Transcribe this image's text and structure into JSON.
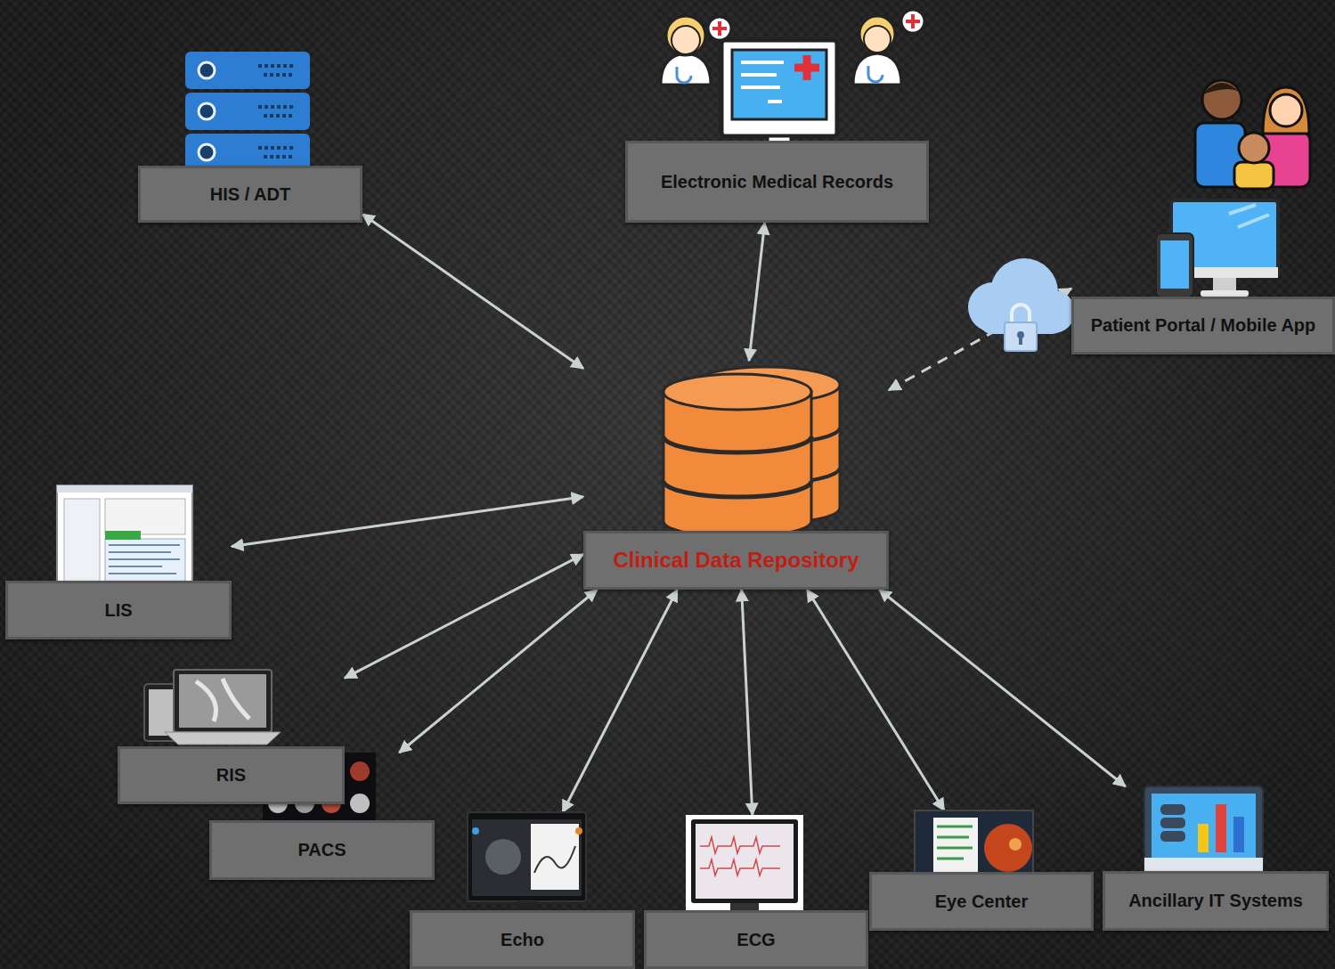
{
  "diagram": {
    "nodes": [
      {
        "text": [
          "HIS / ADT"
        ]
      },
      {
        "text": [
          "Electronic Medical Records"
        ]
      },
      {
        "text": [
          "Patient Portal / Mobile App"
        ]
      },
      {
        "text": [
          "Clinical Data Repository"
        ]
      },
      {
        "text": [
          "LIS"
        ]
      },
      {
        "text": [
          "RIS"
        ]
      },
      {
        "text": [
          "PACS"
        ]
      },
      {
        "text": [
          "Echo"
        ]
      },
      {
        "text": [
          "ECG"
        ]
      },
      {
        "text": [
          "Eye Center"
        ]
      },
      {
        "text": [
          "Ancillary IT Systems"
        ]
      }
    ],
    "edges": [
      {
        "from": 3,
        "to": 0,
        "arrow": "both"
      },
      {
        "from": 3,
        "to": 1,
        "arrow": "both"
      },
      {
        "from": 3,
        "to": 2,
        "arrow": "both"
      },
      {
        "from": 3,
        "to": 4,
        "arrow": "both"
      },
      {
        "from": 3,
        "to": 5,
        "arrow": "both"
      },
      {
        "from": 3,
        "to": 6,
        "arrow": "both"
      },
      {
        "from": 3,
        "to": 7,
        "arrow": "both"
      },
      {
        "from": 3,
        "to": 8,
        "arrow": "both"
      },
      {
        "from": 3,
        "to": 9,
        "arrow": "both"
      },
      {
        "from": 3,
        "to": 10,
        "arrow": "both"
      }
    ]
  }
}
